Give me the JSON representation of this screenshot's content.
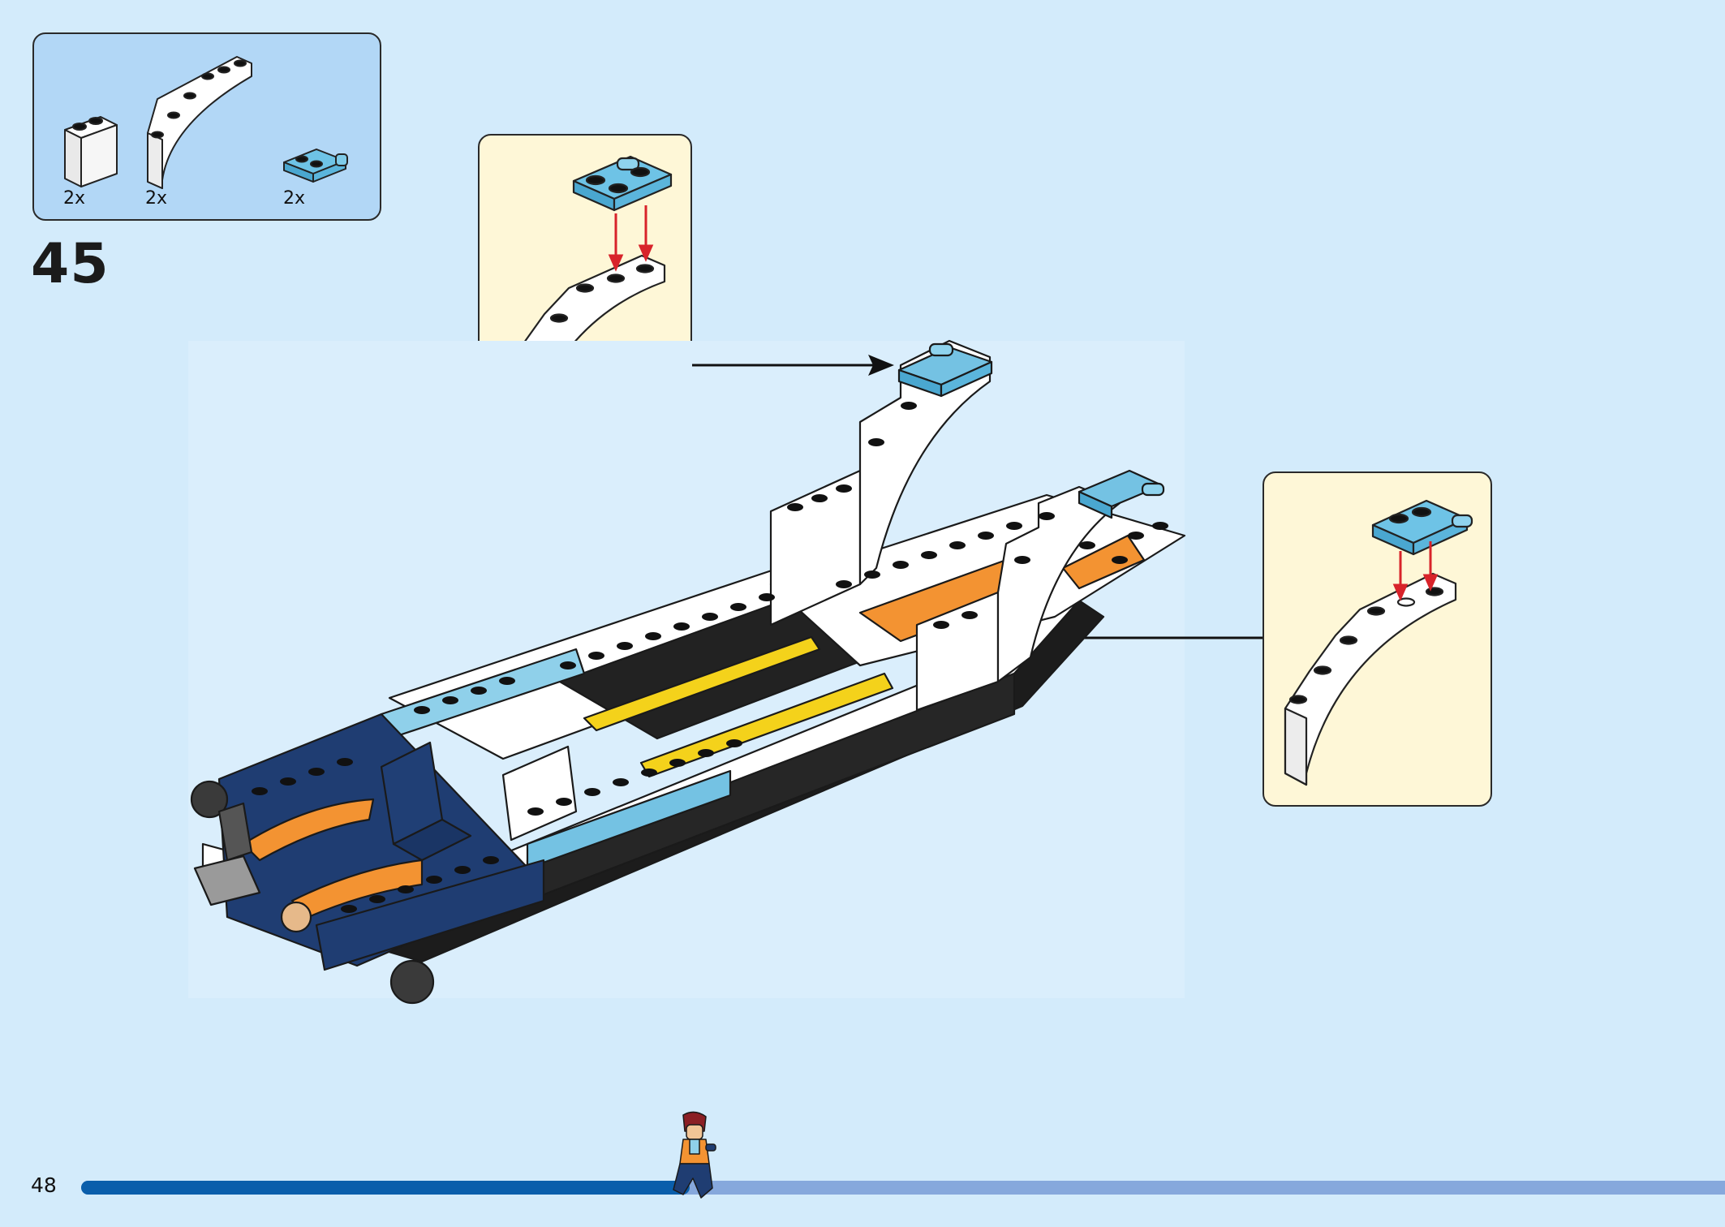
{
  "parts": [
    {
      "name": "white-brick-1x2",
      "qty": "2x"
    },
    {
      "name": "white-arch-step",
      "qty": "2x"
    },
    {
      "name": "light-blue-plate-handle",
      "qty": "2x"
    }
  ],
  "step": {
    "number": "45"
  },
  "page": {
    "number": "48"
  },
  "progress": {
    "fraction": 0.37
  },
  "colors": {
    "background": "#d3ebfb",
    "parts_panel": "#b2d7f6",
    "callout_panel": "#fef7d7",
    "progress_done": "#0a5eab",
    "progress_remaining": "#86a8dc",
    "arrow_red": "#d8232a"
  }
}
